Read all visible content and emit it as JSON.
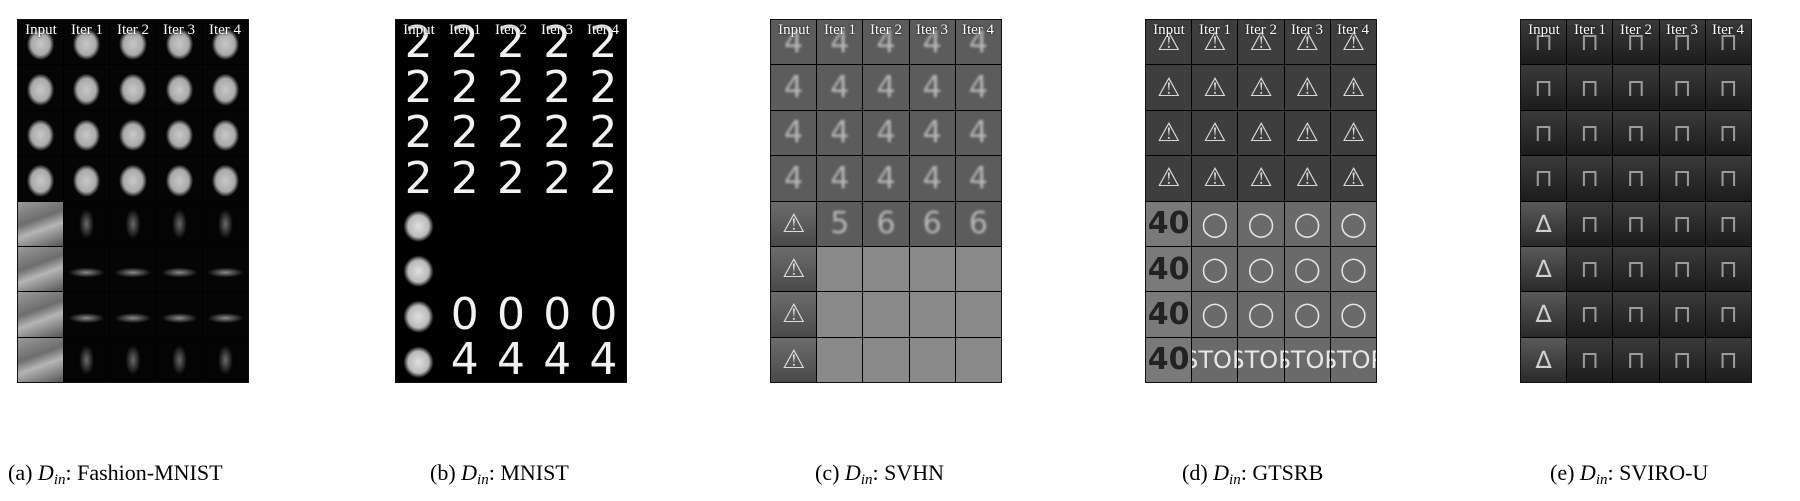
{
  "column_headers": [
    "Input",
    "Iter 1",
    "Iter 2",
    "Iter 3",
    "Iter 4"
  ],
  "captions": [
    {
      "label": "(a)",
      "math": "D",
      "sub": "in",
      "dataset": ": Fashion-MNIST"
    },
    {
      "label": "(b)",
      "math": "D",
      "sub": "in",
      "dataset": ": MNIST"
    },
    {
      "label": "(c)",
      "math": "D",
      "sub": "in",
      "dataset": ": SVHN"
    },
    {
      "label": "(d)",
      "math": "D",
      "sub": "in",
      "dataset": ": GTSRB"
    },
    {
      "label": "(e)",
      "math": "D",
      "sub": "in",
      "dataset": ": SVIRO-U"
    }
  ],
  "panels": [
    {
      "id": "fashion-mnist",
      "rows": [
        [
          "fm-shirt",
          "fm-shirt",
          "fm-shirt",
          "fm-shirt",
          "fm-shirt"
        ],
        [
          "fm-shirt",
          "fm-shirt",
          "fm-shirt",
          "fm-shirt",
          "fm-shirt"
        ],
        [
          "fm-shirt",
          "fm-shirt",
          "fm-shirt",
          "fm-shirt",
          "fm-shirt"
        ],
        [
          "fm-shirt",
          "fm-shirt",
          "fm-shirt",
          "fm-shirt",
          "fm-shirt"
        ],
        [
          "fm-car",
          "fm-ghost",
          "fm-ghost",
          "fm-ghost",
          "fm-ghost"
        ],
        [
          "fm-car",
          "fm-shoe",
          "fm-shoe",
          "fm-shoe",
          "fm-shoe"
        ],
        [
          "fm-car",
          "fm-shoe",
          "fm-shoe",
          "fm-shoe",
          "fm-shoe"
        ],
        [
          "fm-car",
          "fm-ghost",
          "fm-ghost",
          "fm-ghost",
          "fm-ghost"
        ]
      ]
    },
    {
      "id": "mnist",
      "rows": [
        [
          "2",
          "2",
          "2",
          "2",
          "2"
        ],
        [
          "2",
          "2",
          "2",
          "2",
          "2"
        ],
        [
          "2",
          "2",
          "2",
          "2",
          "2"
        ],
        [
          "2",
          "2",
          "2",
          "2",
          "2"
        ],
        [
          "shirt",
          "",
          "",
          "",
          ""
        ],
        [
          "shirt",
          "",
          "",
          "",
          ""
        ],
        [
          "shirt",
          "0",
          "0",
          "0",
          "0"
        ],
        [
          "shirt",
          "4",
          "4",
          "4",
          "4"
        ]
      ]
    },
    {
      "id": "svhn",
      "rows": [
        [
          "4",
          "4",
          "4",
          "4",
          "4"
        ],
        [
          "4",
          "4",
          "4",
          "4",
          "4"
        ],
        [
          "4",
          "4",
          "4",
          "4",
          "4"
        ],
        [
          "4",
          "4",
          "4",
          "4",
          "4"
        ],
        [
          "sign",
          "5",
          "6",
          "6",
          "6"
        ],
        [
          "sign",
          "",
          "",
          "",
          ""
        ],
        [
          "sign",
          "",
          "",
          "",
          ""
        ],
        [
          "sign",
          "",
          "",
          "",
          ""
        ]
      ]
    },
    {
      "id": "gtsrb",
      "rows": [
        [
          "warn",
          "warn",
          "warn",
          "warn",
          "warn"
        ],
        [
          "warn",
          "warn",
          "warn",
          "warn",
          "warn"
        ],
        [
          "warn",
          "warn",
          "warn",
          "warn",
          "warn"
        ],
        [
          "warn",
          "warn",
          "warn",
          "warn",
          "warn"
        ],
        [
          "40",
          "rec",
          "rec",
          "rec",
          "rec"
        ],
        [
          "40",
          "rec",
          "rec",
          "rec",
          "rec"
        ],
        [
          "40",
          "rec",
          "rec",
          "rec",
          "rec"
        ],
        [
          "40",
          "STOP",
          "STOP",
          "STOP",
          "STOP"
        ]
      ]
    },
    {
      "id": "sviro-u",
      "rows": [
        [
          "seat",
          "seat",
          "seat",
          "seat",
          "seat"
        ],
        [
          "seat",
          "seat",
          "seat",
          "seat",
          "seat"
        ],
        [
          "seat",
          "seat",
          "seat",
          "seat",
          "seat"
        ],
        [
          "seat",
          "seat",
          "seat",
          "seat",
          "seat"
        ],
        [
          "tower",
          "seat",
          "seat",
          "seat",
          "seat"
        ],
        [
          "tower",
          "seat",
          "seat",
          "seat",
          "seat"
        ],
        [
          "tower",
          "seat",
          "seat",
          "seat",
          "seat"
        ],
        [
          "tower",
          "seat",
          "seat",
          "seat",
          "seat"
        ]
      ]
    }
  ]
}
